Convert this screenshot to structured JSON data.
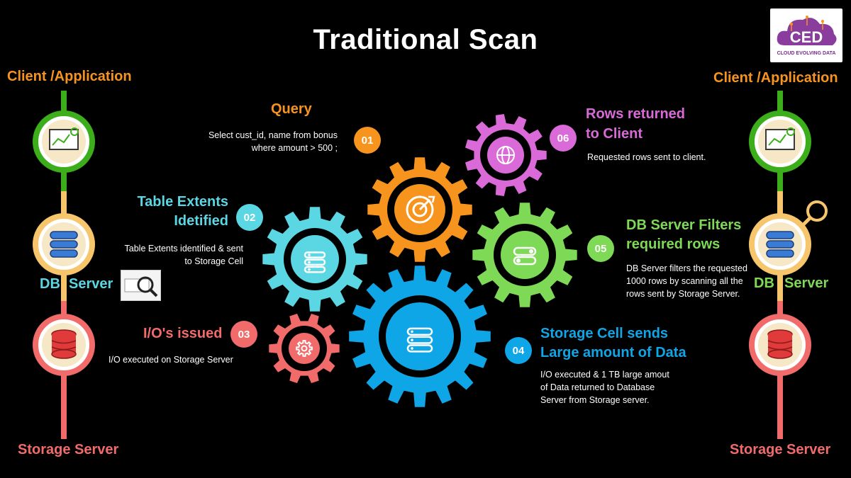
{
  "title": "Traditional Scan",
  "left_stack": {
    "top_label": "Client /Application",
    "db_label_a": "DB",
    "db_label_b": "Server",
    "bottom_label": "Storage Server"
  },
  "right_stack": {
    "top_label": "Client /Application",
    "db_label_a": "DB",
    "db_label_b": "Server",
    "bottom_label": "Storage Server"
  },
  "logo": {
    "initials": "CED",
    "tagline": "CLOUD EVOLVING DATA"
  },
  "steps": [
    {
      "num": "01",
      "title_lines": [
        "Query"
      ],
      "desc_lines": [
        "Select cust_id, name from bonus",
        "where amount  > 500 ;"
      ],
      "color": "#f7941d"
    },
    {
      "num": "02",
      "title_lines": [
        "Table Extents",
        "Idetified"
      ],
      "desc_lines": [
        "Table Extents identified & sent",
        "to Storage Cell"
      ],
      "color": "#5bd6e3"
    },
    {
      "num": "03",
      "title_lines": [
        "I/O's issued"
      ],
      "desc_lines": [
        "I/O executed on Storage Server"
      ],
      "color": "#f26b6b"
    },
    {
      "num": "04",
      "title_lines": [
        "Storage Cell sends",
        "Large amount of Data"
      ],
      "desc_lines": [
        "I/O executed & 1 TB large amout",
        "of Data returned to Database",
        "Server from Storage server."
      ],
      "color": "#0fa6e8"
    },
    {
      "num": "05",
      "title_lines": [
        "DB Server Filters",
        "required rows"
      ],
      "desc_lines": [
        "DB Server filters the requested",
        "1000 rows by scanning all the",
        "rows sent by Storage Server."
      ],
      "color": "#7ed957"
    },
    {
      "num": "06",
      "title_lines": [
        "Rows returned",
        "to Client"
      ],
      "desc_lines": [
        "Requested rows sent to client."
      ],
      "color": "#d96ad8"
    }
  ],
  "icons": {
    "client": "monitor-gear-icon",
    "db": "database-stack-icon",
    "storage": "storage-cylinder-icon",
    "target": "target-icon",
    "globe": "globe-icon",
    "toggle": "toggle-icon",
    "magnifier": "magnifier-icon"
  },
  "colors": {
    "orange": "#f7941d",
    "cyan": "#5bd6e3",
    "red": "#f26b6b",
    "green": "#7ed957",
    "blue": "#0fa6e8",
    "purple": "#d96ad8",
    "stack_green": "#3cae1c",
    "stack_yellow": "#f7c56b",
    "stack_red": "#f26b6b"
  }
}
